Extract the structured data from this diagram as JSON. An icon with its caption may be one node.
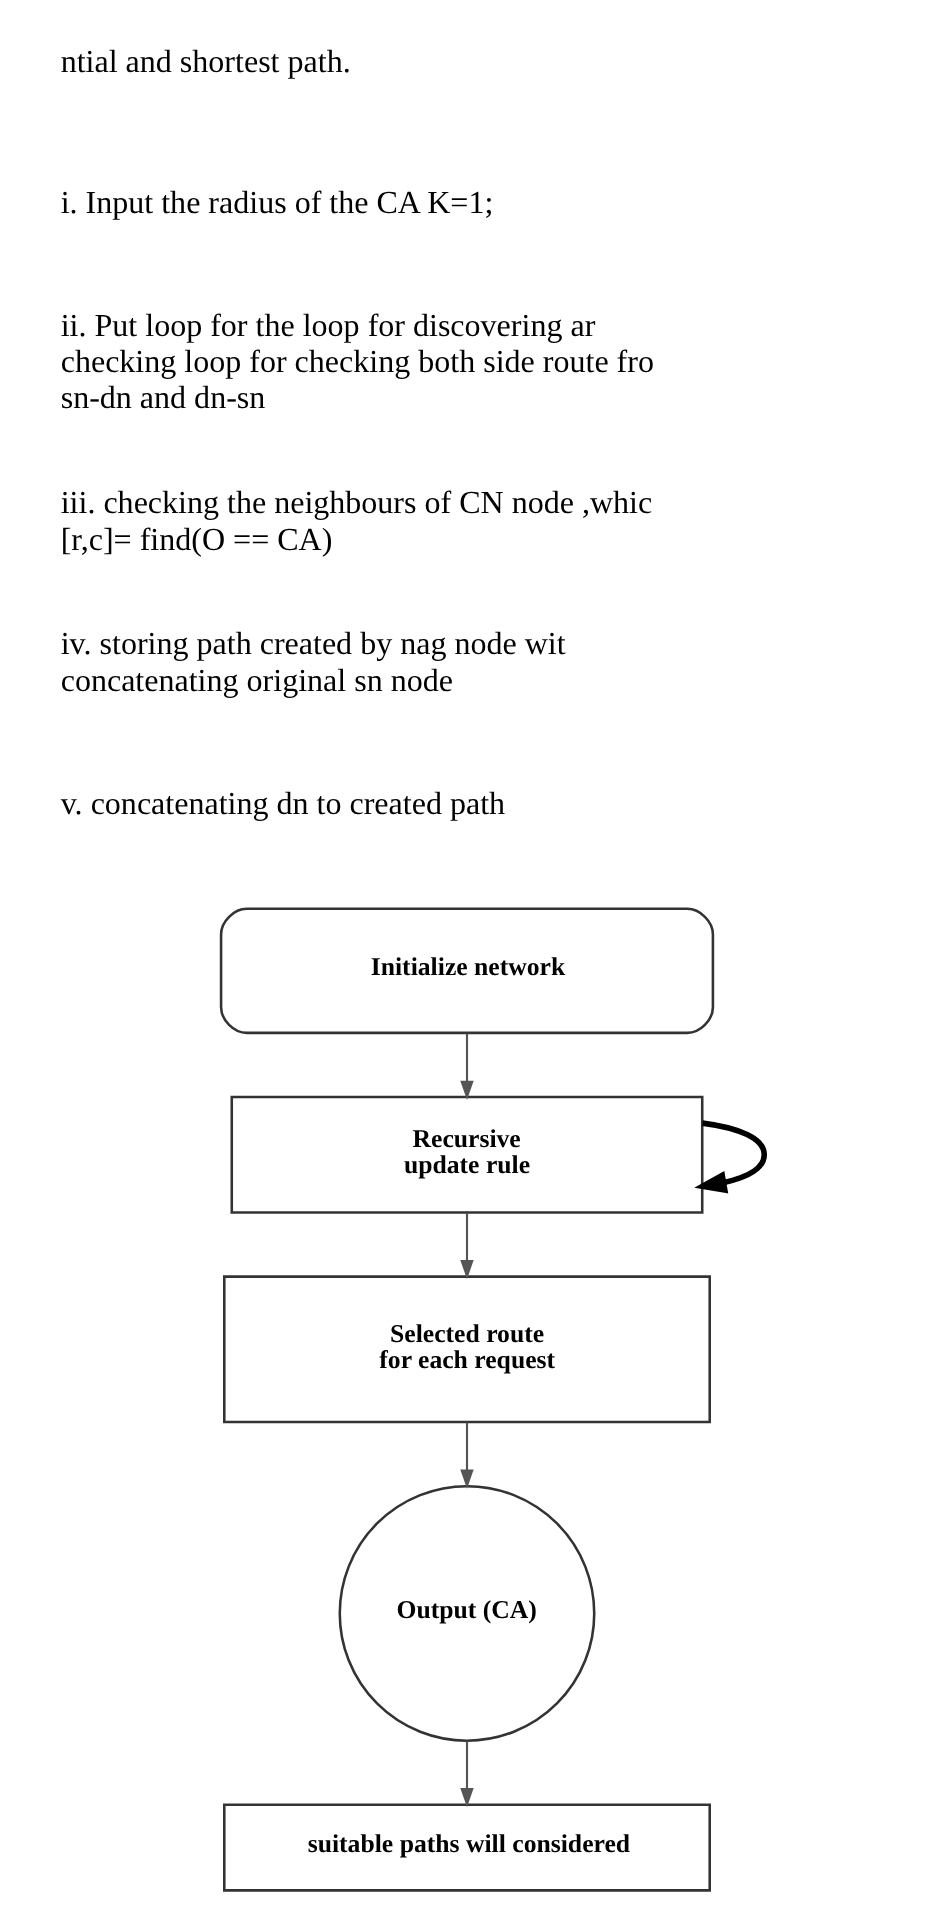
{
  "diagram": {
    "nodes": [
      {
        "text": [
          "Initialize network"
        ]
      },
      {
        "text": [
          "Recursive update rule"
        ]
      },
      {
        "text": [
          "Selected route for each request"
        ]
      },
      {
        "text": [
          "Output (CA)"
        ]
      },
      {
        "text": [
          "suitable paths will considered"
        ]
      }
    ],
    "edges": [
      {
        "from": 0,
        "to": 1,
        "arrow": "to"
      },
      {
        "from": 1,
        "to": 1,
        "arrow": "to",
        "style": "thick",
        "color": "#000000"
      },
      {
        "from": 1,
        "to": 2,
        "arrow": "to"
      },
      {
        "from": 2,
        "to": 3,
        "arrow": "to"
      },
      {
        "from": 3,
        "to": 4,
        "arrow": "to"
      }
    ],
    "labels": [
      "ntial and shortest path.",
      "i. Input the radius of the CA K=1;",
      "ii. Put loop for the loop for discovering ar checking loop for checking both side route fro sn-dn and dn-sn",
      "iii. checking the neighbours of CN node ,whic [r,c]= find(O == CA)",
      "iv. storing path created by nag node wit concatenating original sn node",
      "v. concatenating dn to created path"
    ]
  }
}
